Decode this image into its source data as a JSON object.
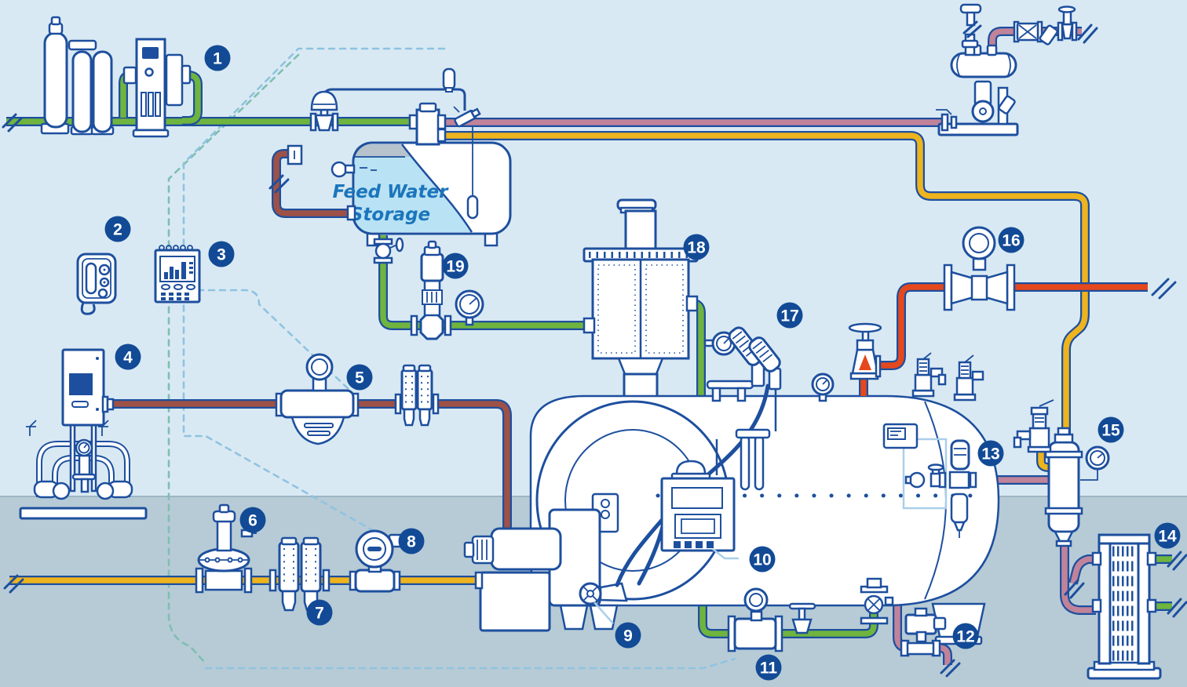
{
  "diagram": {
    "tank_label": {
      "line1": "Feed Water",
      "line2": "Storage"
    },
    "badges": [
      "1",
      "2",
      "3",
      "4",
      "5",
      "6",
      "7",
      "8",
      "9",
      "10",
      "11",
      "12",
      "13",
      "14",
      "15",
      "16",
      "17",
      "18",
      "19"
    ],
    "colors": {
      "background": "#d9e9f3",
      "floor": "#b7cbd6",
      "line_blue": "#1d4f9e",
      "badge_blue": "#124a96",
      "pipe_green": "#6fb43f",
      "pipe_yellow": "#eeb41d",
      "pipe_red": "#e5481d",
      "pipe_dark_red": "#9e5147",
      "pipe_pink": "#c0839a",
      "dash_light_blue": "#8fc3e0",
      "dash_teal": "#7fbfb2",
      "leader_light_blue": "#aacfe9",
      "water_blue": "#b9e2f4",
      "tank_band_gray": "#b6c3cd",
      "tank_label_blue": "#1b75bc"
    }
  }
}
